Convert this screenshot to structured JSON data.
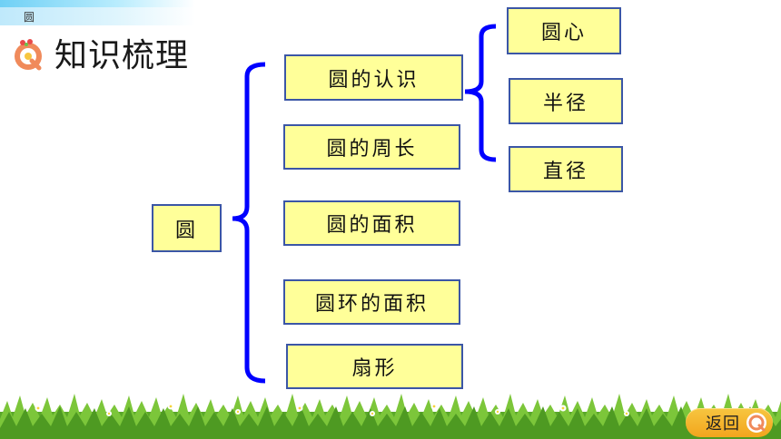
{
  "header": {
    "breadcrumb": "圆",
    "title": "知识梳理"
  },
  "diagram": {
    "root": "圆",
    "branches": [
      "圆的认识",
      "圆的周长",
      "圆的面积",
      "圆环的面积",
      "扇形"
    ],
    "sub_branches": [
      "圆心",
      "半径",
      "直径"
    ]
  },
  "footer": {
    "back_label": "返回"
  },
  "colors": {
    "node_fill": "#ffff99",
    "node_border": "#3b56a6",
    "bracket": "#0000ff"
  }
}
